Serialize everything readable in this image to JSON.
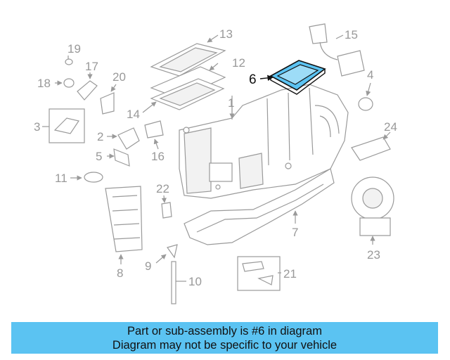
{
  "diagram": {
    "callouts": [
      "1",
      "2",
      "3",
      "4",
      "5",
      "6",
      "7",
      "8",
      "9",
      "10",
      "11",
      "12",
      "13",
      "14",
      "15",
      "16",
      "17",
      "18",
      "19",
      "20",
      "21",
      "22",
      "23",
      "24"
    ],
    "highlighted_callout": "6",
    "highlight_color": "#5bc3f2"
  },
  "banner": {
    "line1": "Part or sub-assembly is #6 in diagram",
    "line2": "Diagram may not be specific to your vehicle",
    "background": "#5bc3f2"
  }
}
